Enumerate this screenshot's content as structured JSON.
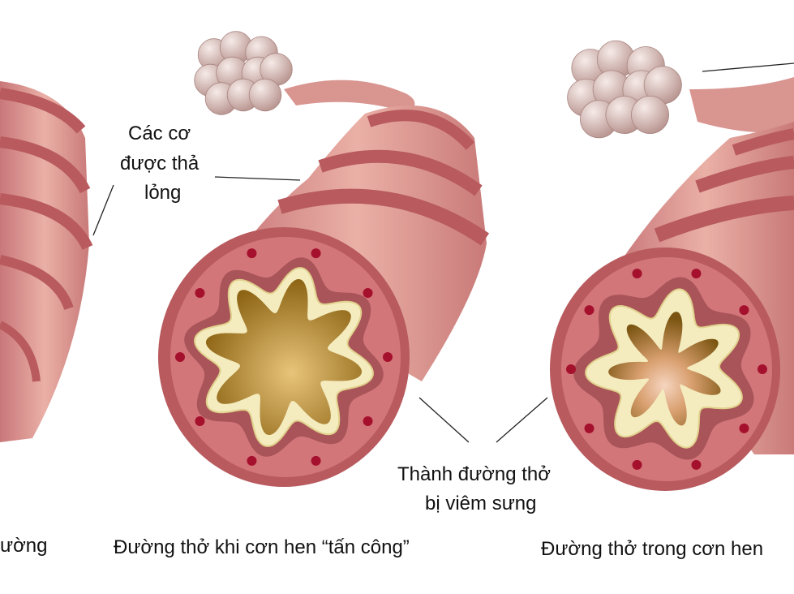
{
  "labels": {
    "muscles_relaxed": [
      "Các cơ",
      "được thả",
      "lỏng"
    ],
    "inflamed_wall": [
      "Thành đường thở",
      "bị viêm sưng"
    ]
  },
  "captions": {
    "left": "ường",
    "middle": "Đường thở khi cơn hen “tấn công”",
    "right": "Đường thở trong cơn hen"
  },
  "colors": {
    "tube": "#dc9a92",
    "stripe": "#b85a5e",
    "section": "#c8686c",
    "wall": "#f4ecbe",
    "lumen": "#b7892e",
    "alveoli": "#d9bcb6",
    "dot": "#a5102c"
  }
}
